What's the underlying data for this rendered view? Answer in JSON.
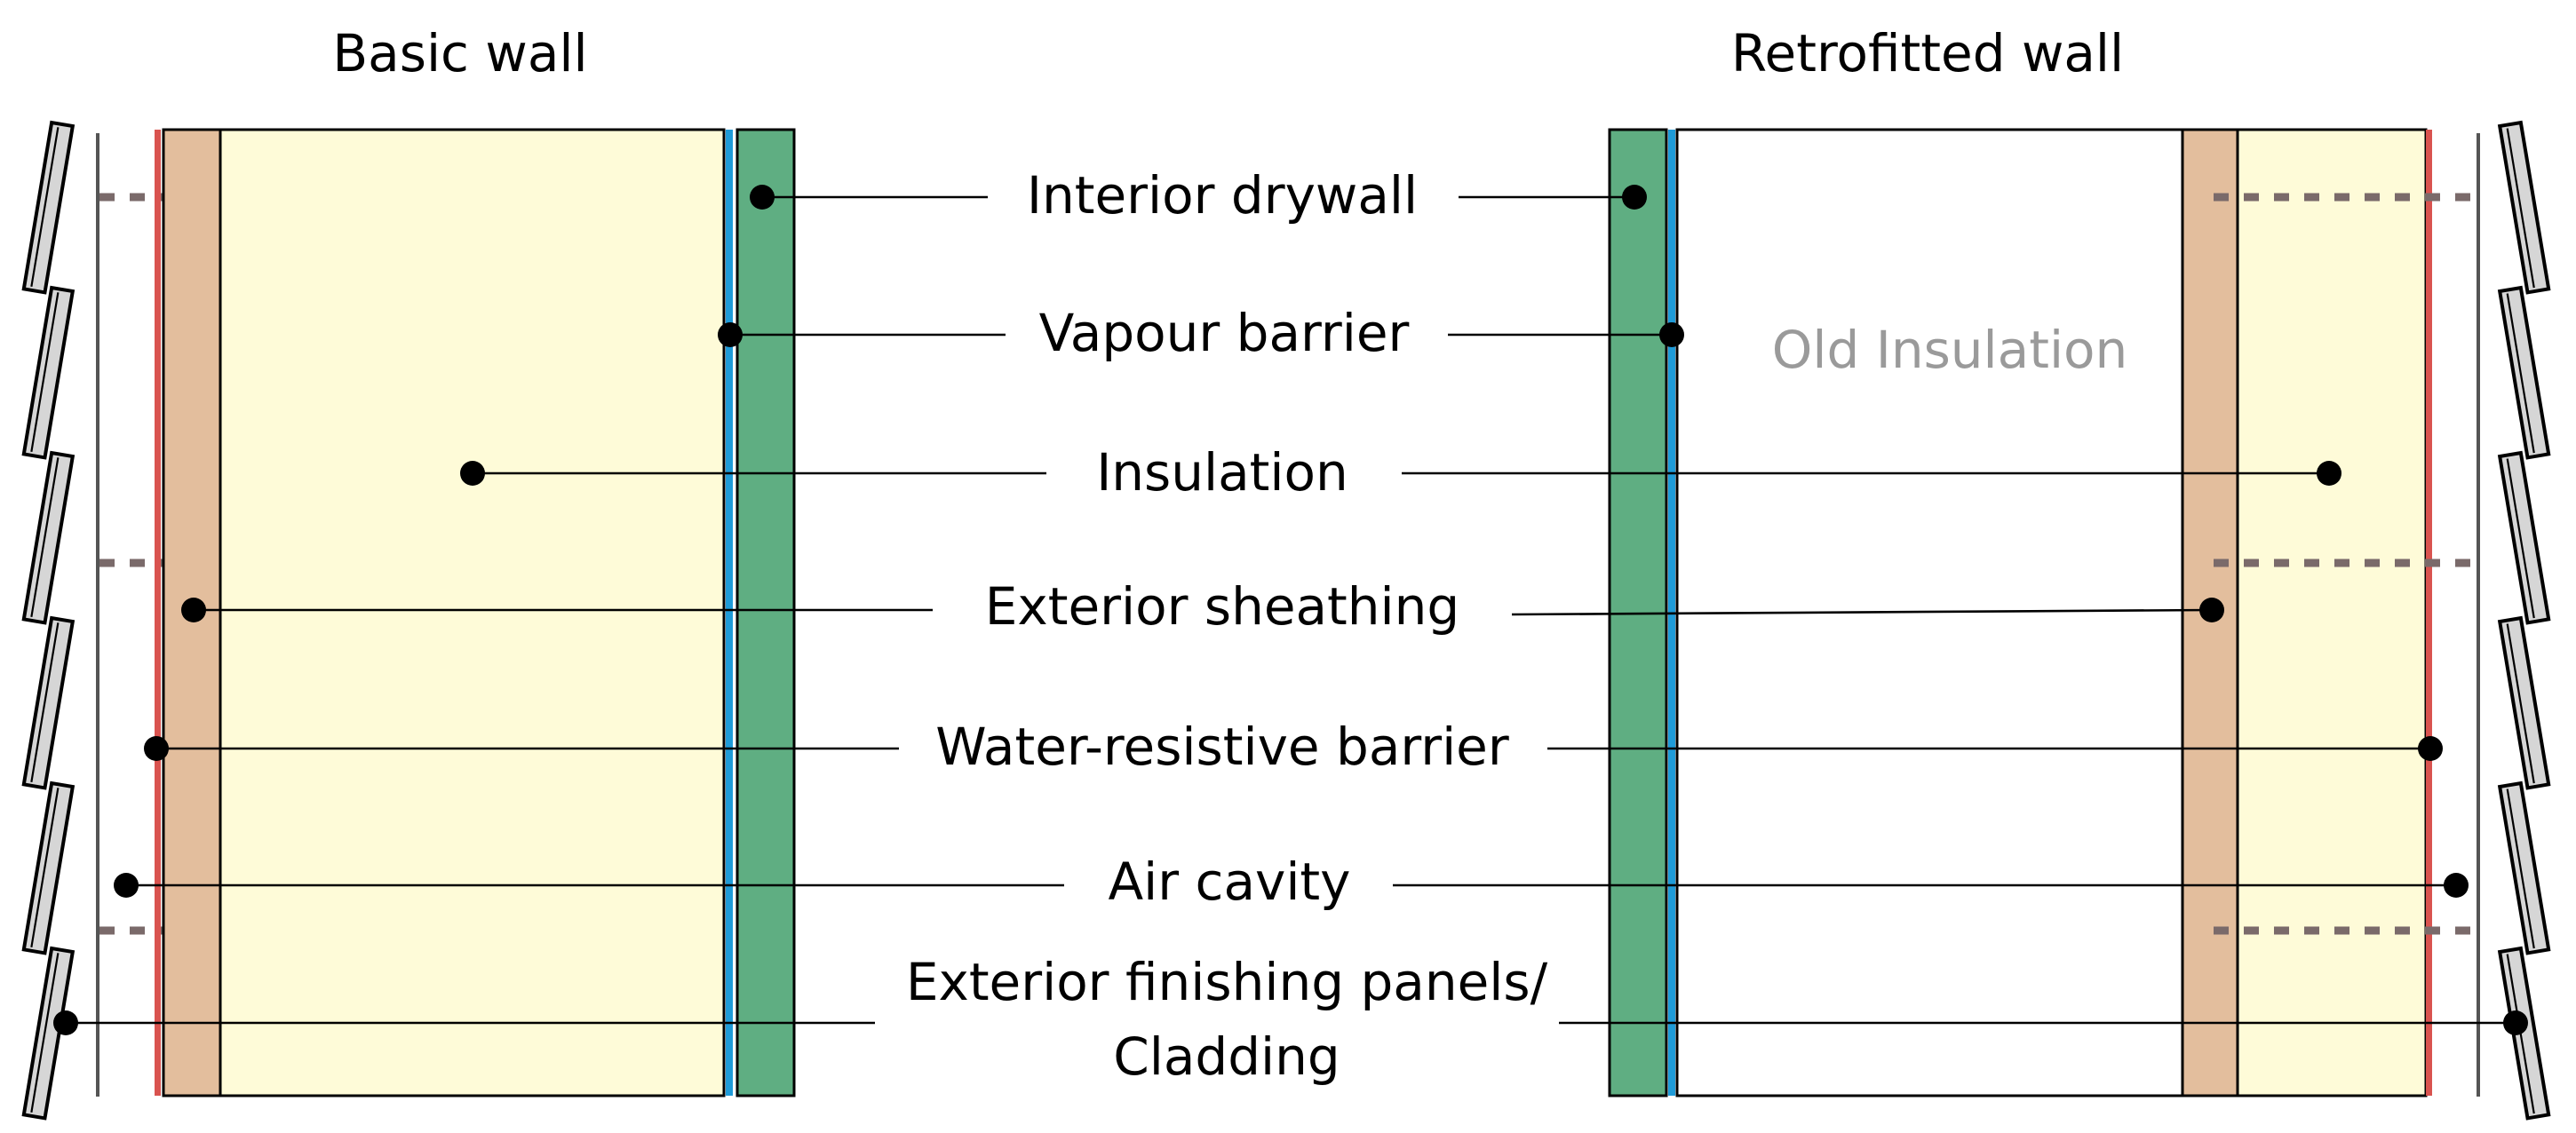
{
  "titles": {
    "left": "Basic wall",
    "right": "Retrofitted wall"
  },
  "labels": {
    "interior_drywall": "Interior drywall",
    "vapour_barrier": "Vapour barrier",
    "insulation": "Insulation",
    "exterior_sheathing": "Exterior sheathing",
    "water_resistive_barrier": "Water-resistive barrier",
    "air_cavity": "Air cavity",
    "cladding_line1": "Exterior finishing panels/",
    "cladding_line2": "Cladding"
  },
  "old_insulation": "Old Insulation",
  "colors": {
    "insulation": "#fefbd8",
    "sheathing": "#e3be9d",
    "drywall": "#5fae82",
    "vapour_barrier": "#1f9bd8",
    "water_resistive_barrier": "#d9534f",
    "stud": "#7a6a6a",
    "cladding": "#d6d6d6"
  }
}
